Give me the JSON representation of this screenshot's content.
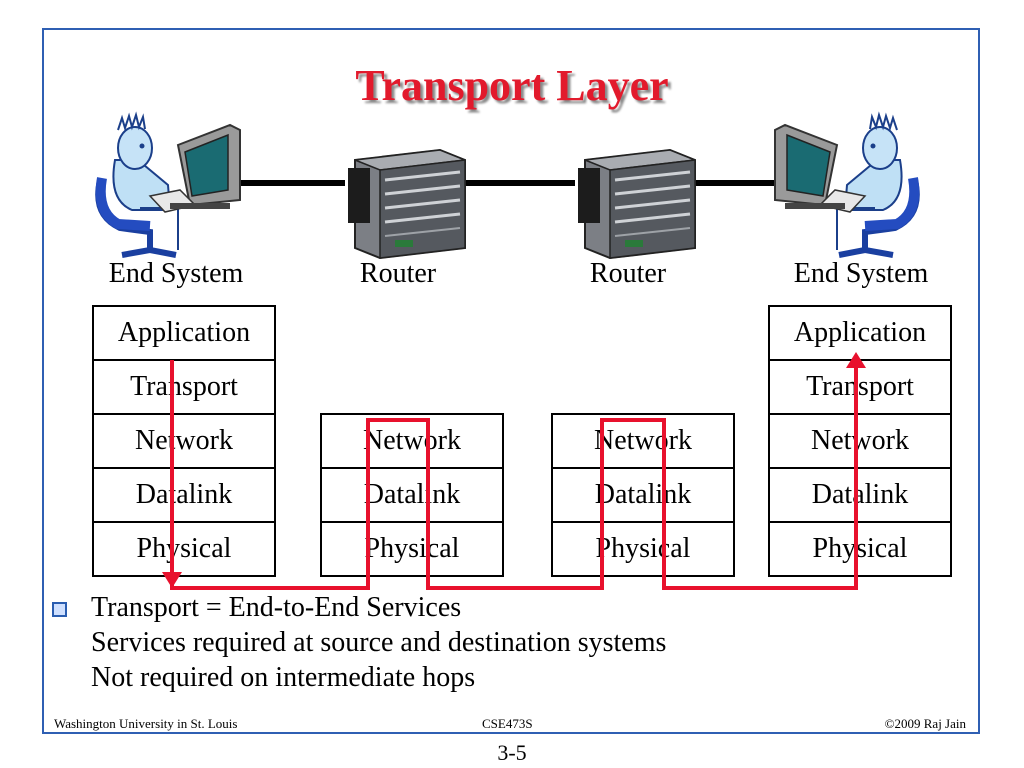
{
  "slide": {
    "title": "Transport Layer",
    "node_labels": [
      "End System",
      "Router",
      "Router",
      "End System"
    ],
    "end_system_layers": [
      "Application",
      "Transport",
      "Network",
      "Datalink",
      "Physical"
    ],
    "router_layers": [
      "Network",
      "Datalink",
      "Physical"
    ],
    "bullets": [
      "Transport = End-to-End Services",
      "Services required at source and destination systems",
      "Not required on intermediate hops"
    ]
  },
  "footer": {
    "left": "Washington University in St. Louis",
    "center": "CSE473S",
    "right": "©2009 Raj Jain"
  },
  "page_number": "3-5",
  "colors": {
    "title": "#e21a2c",
    "frame": "#2f5fb3",
    "path": "#e8112d",
    "bullet": "#2a5db0"
  },
  "icons": [
    "end-user-computer-icon",
    "router-chassis-icon",
    "bullet-square-icon"
  ]
}
